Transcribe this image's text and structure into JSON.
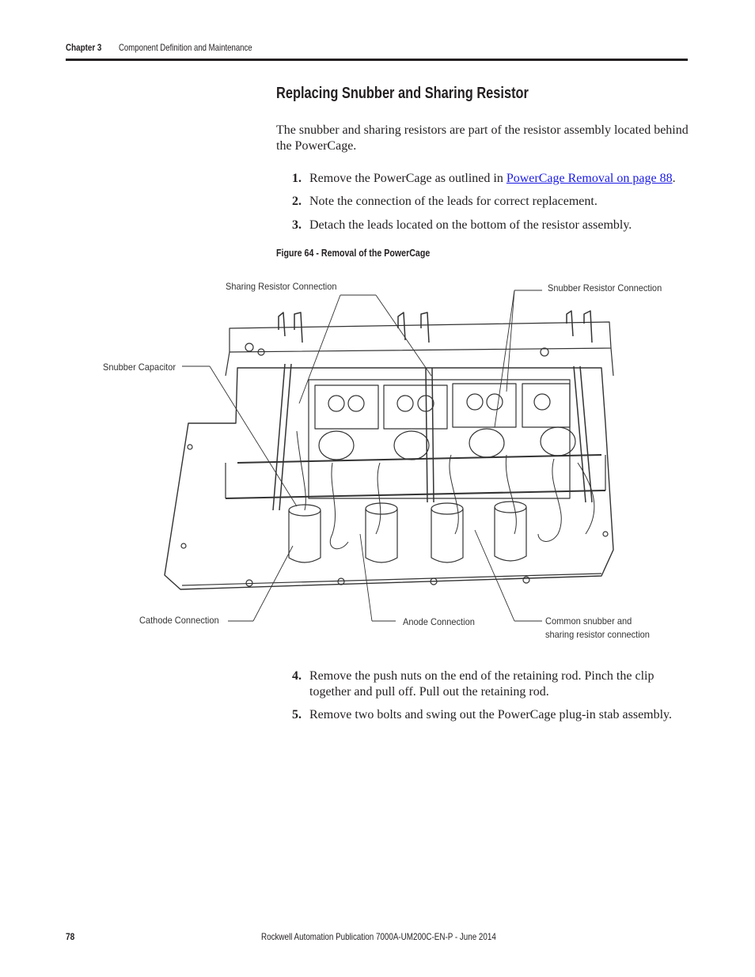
{
  "header": {
    "chapter": "Chapter 3",
    "title": "Component Definition and Maintenance"
  },
  "section": {
    "title": "Replacing Snubber and Sharing Resistor",
    "intro": "The snubber and sharing resistors are part of the resistor assembly located behind the PowerCage."
  },
  "steps_a": [
    {
      "num": "1.",
      "before": "Remove the PowerCage as outlined in ",
      "link": "PowerCage Removal on page 88",
      "after": "."
    },
    {
      "num": "2.",
      "text": "Note the connection of the leads for correct replacement."
    },
    {
      "num": "3.",
      "text": "Detach the leads located on the bottom of the resistor assembly."
    }
  ],
  "figure": {
    "caption": "Figure 64 - Removal of the PowerCage",
    "callouts": {
      "sharing_resistor": "Sharing Resistor Connection",
      "snubber_resistor": "Snubber Resistor Connection",
      "snubber_capacitor": "Snubber Capacitor",
      "cathode": "Cathode Connection",
      "anode": "Anode Connection",
      "common_line1": "Common snubber and",
      "common_line2": "sharing resistor connection"
    }
  },
  "steps_b": [
    {
      "num": "4.",
      "text": "Remove the push nuts on the end of the retaining rod. Pinch the clip together and pull off. Pull out the retaining rod."
    },
    {
      "num": "5.",
      "text": "Remove two bolts and swing out the PowerCage plug-in stab assembly."
    }
  ],
  "footer": {
    "page": "78",
    "publication": "Rockwell Automation Publication 7000A-UM200C-EN-P - June 2014"
  }
}
